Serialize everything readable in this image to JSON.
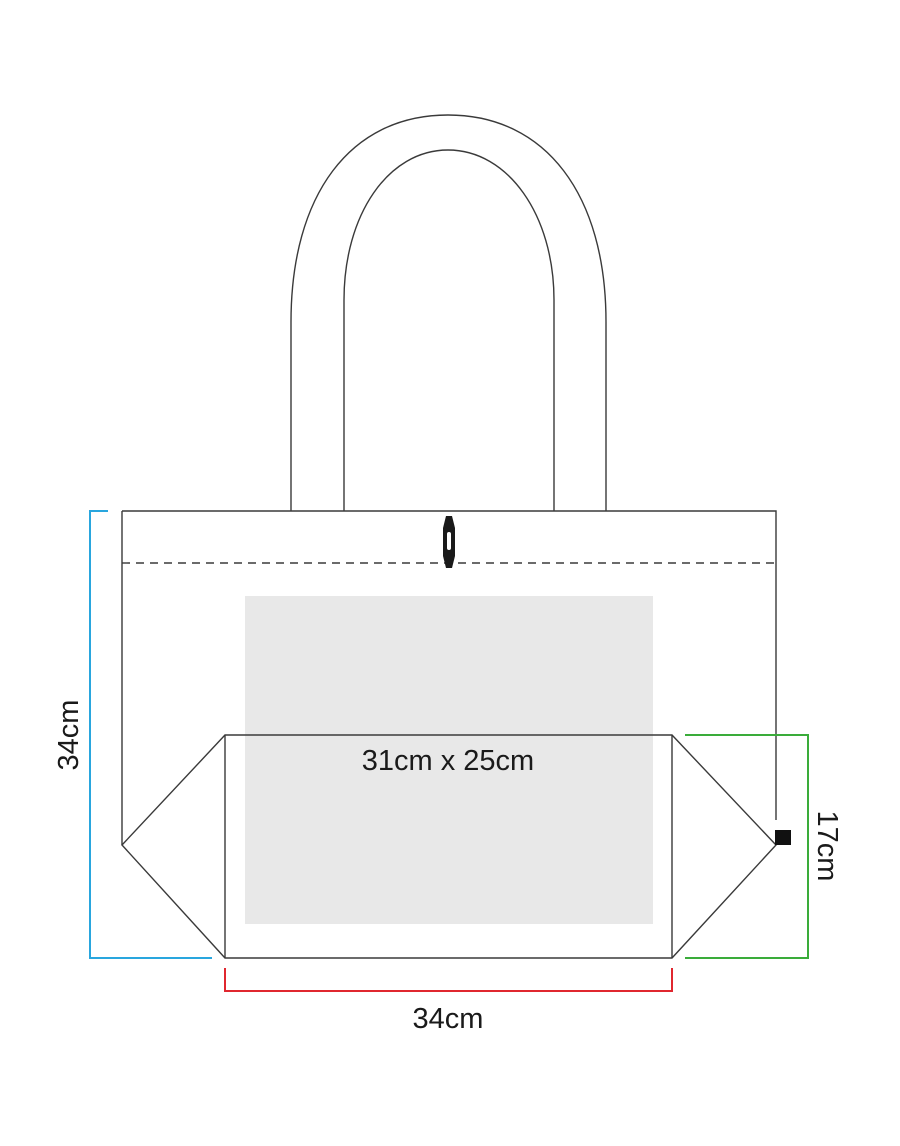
{
  "labels": {
    "height": "34cm",
    "print_area": "31cm x 25cm",
    "gusset": "17cm",
    "width": "34cm"
  },
  "colors": {
    "outline": "#3a3a3a",
    "height_bracket": "#29a6de",
    "width_bracket": "#e0272f",
    "gusset_bracket": "#3aac3a",
    "print_area_fill": "#e8e8e8"
  }
}
